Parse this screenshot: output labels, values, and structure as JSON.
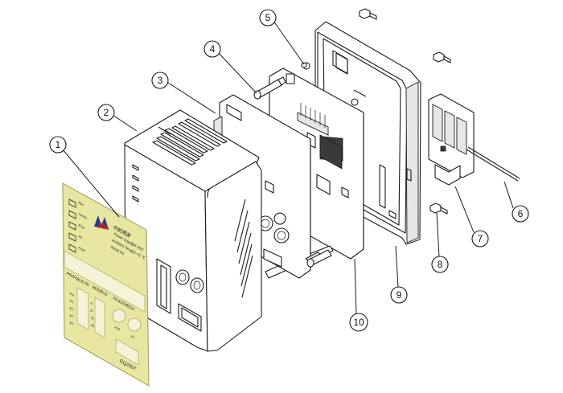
{
  "colors": {
    "line": "#1a1a1a",
    "panel_fill": "#ffffff",
    "shade_fill": "#e6e6e6",
    "label_plate": "#e8e6a0",
    "label_plate_edge": "#a9a66a",
    "logo_blue": "#1f3b8f",
    "logo_red": "#c8201e"
  },
  "callouts": [
    {
      "id": "1",
      "text": "1"
    },
    {
      "id": "2",
      "text": "2"
    },
    {
      "id": "3",
      "text": "3"
    },
    {
      "id": "4",
      "text": "4"
    },
    {
      "id": "5",
      "text": "5"
    },
    {
      "id": "6",
      "text": "6"
    },
    {
      "id": "7",
      "text": "7"
    },
    {
      "id": "8",
      "text": "8"
    },
    {
      "id": "9",
      "text": "9"
    },
    {
      "id": "10",
      "text": "10"
    }
  ],
  "label_plate": {
    "brand": "中航博源",
    "spec_power": "Power Supply",
    "spec_power_value": "24 VDC",
    "spec_ambient": "Ambient Temp.",
    "spec_ambient_value": "-20~70 ℃",
    "spec_serial": "Serial No.",
    "profibus": "PROFIBUS PA",
    "modbus": "MODBUS",
    "pa_address": "PA ADDRESS",
    "led_labels": [
      "Run",
      "Comm",
      "Error",
      "PA",
      "Fault"
    ],
    "term_left": [
      "PA+",
      "PA-",
      "NC",
      "NC",
      "NC"
    ],
    "term_mid": [
      "A",
      "B",
      "TA",
      "TB"
    ],
    "dial_labels": [
      "X10",
      "X1"
    ],
    "model": "GQ2007"
  }
}
